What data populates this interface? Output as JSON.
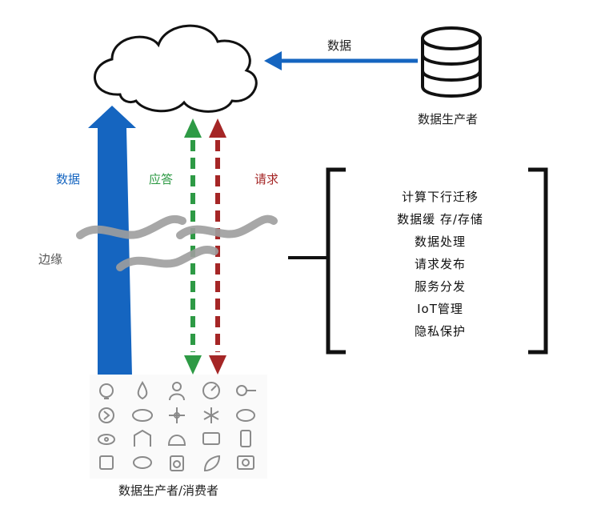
{
  "top": {
    "data_arrow_label": "数据",
    "producer_label": "数据生产者"
  },
  "middle": {
    "data_label": "数据",
    "response_label": "应答",
    "request_label": "请求",
    "edge_label": "边缘"
  },
  "functions": [
    "计算下行迁移",
    "数据缓 存/存储",
    "数据处理",
    "请求发布",
    "服务分发",
    "IoT管理",
    "隐私保护"
  ],
  "bottom": {
    "devices_label": "数据生产者/消费者"
  },
  "colors": {
    "blue": "#1565c0",
    "green": "#2e9a45",
    "red": "#a52626",
    "wave": "#9e9e9e"
  }
}
